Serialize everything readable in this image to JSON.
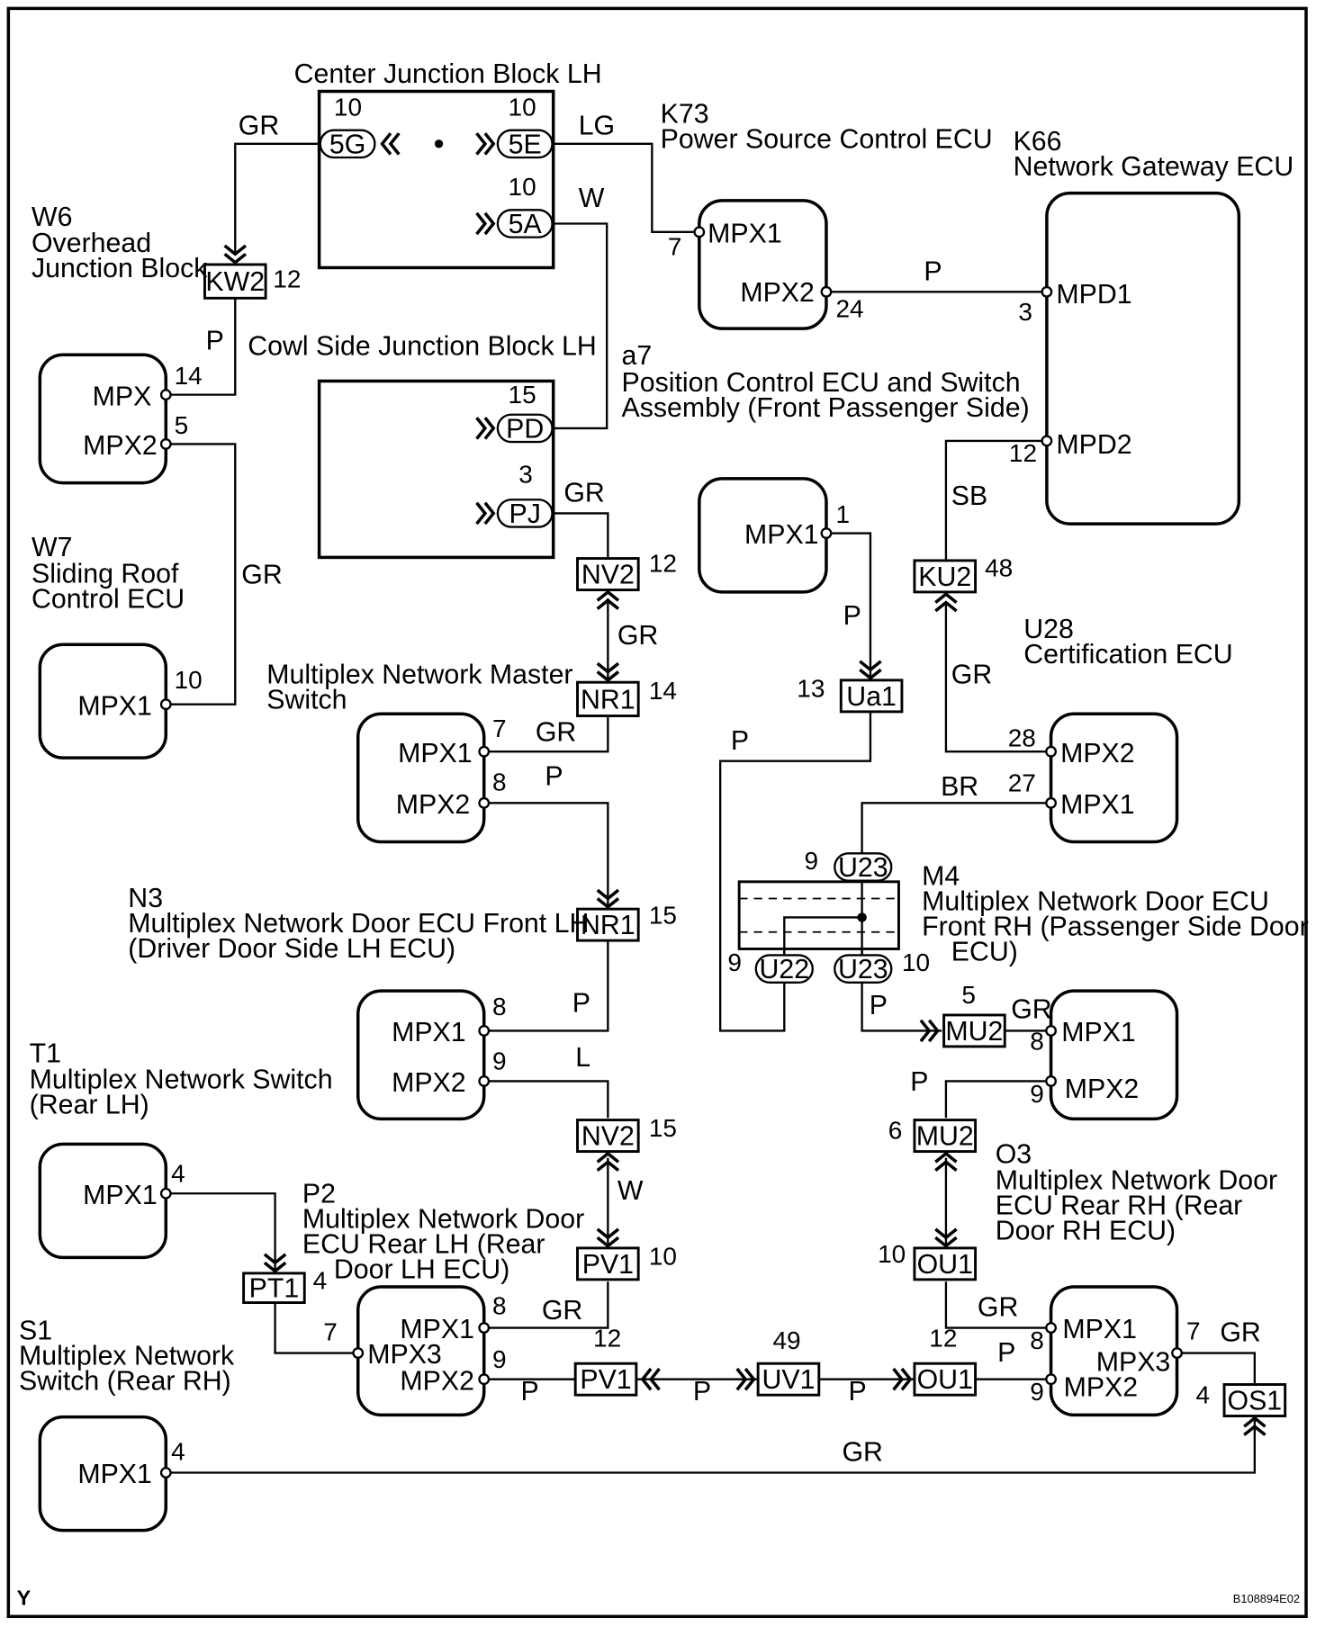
{
  "components": {
    "cjb": {
      "name": "Center Junction Block LH"
    },
    "w6": {
      "code": "W6",
      "name_lines": [
        "Overhead",
        "Junction Block"
      ]
    },
    "k73": {
      "code": "K73",
      "name": "Power Source Control ECU"
    },
    "k66": {
      "code": "K66",
      "name": "Network Gateway ECU"
    },
    "cowl": {
      "name": "Cowl Side Junction Block LH"
    },
    "a7": {
      "code": "a7",
      "name_lines": [
        "Position Control ECU and Switch",
        "Assembly (Front Passenger Side)"
      ]
    },
    "w7": {
      "code": "W7",
      "name_lines": [
        "Sliding Roof",
        "Control ECU"
      ]
    },
    "master": {
      "name_lines": [
        "Multiplex Network Master",
        "Switch"
      ]
    },
    "u28": {
      "code": "U28",
      "name": "Certification ECU"
    },
    "n3": {
      "code": "N3",
      "name_lines": [
        "Multiplex Network Door ECU Front LH",
        "(Driver Door Side LH ECU)"
      ]
    },
    "m4": {
      "code": "M4",
      "name_lines": [
        "Multiplex Network Door ECU",
        "Front RH (Passenger Side Door",
        "ECU)"
      ]
    },
    "t1": {
      "code": "T1",
      "name_lines": [
        "Multiplex Network Switch",
        "(Rear LH)"
      ]
    },
    "p2": {
      "code": "P2",
      "name_lines": [
        "Multiplex Network Door",
        "ECU Rear LH (Rear",
        "Door LH ECU)"
      ]
    },
    "o3": {
      "code": "O3",
      "name_lines": [
        "Multiplex Network Door",
        "ECU Rear RH (Rear",
        "Door RH ECU)"
      ]
    },
    "s1": {
      "code": "S1",
      "name_lines": [
        "Multiplex Network",
        "Switch (Rear RH)"
      ]
    }
  },
  "terminals": {
    "mpx": "MPX",
    "mpx1": "MPX1",
    "mpx2": "MPX2",
    "mpx3": "MPX3",
    "mpd1": "MPD1",
    "mpd2": "MPD2"
  },
  "connectors": {
    "g5": "5G",
    "e5": "5E",
    "a5": "5A",
    "pd": "PD",
    "pj": "PJ",
    "kw2": "KW2",
    "nv2": "NV2",
    "nr1": "NR1",
    "ua1": "Ua1",
    "ku2": "KU2",
    "u23": "U23",
    "u22": "U22",
    "mu2": "MU2",
    "pt1": "PT1",
    "pv1": "PV1",
    "uv1": "UV1",
    "ou1": "OU1",
    "os1": "OS1"
  },
  "wire_colors": {
    "gr": "GR",
    "lg": "LG",
    "w": "W",
    "p": "P",
    "sb": "SB",
    "br": "BR",
    "l": "L"
  },
  "pins": {
    "n1": "1",
    "n3": "3",
    "n4": "4",
    "n5": "5",
    "n6": "6",
    "n7": "7",
    "n8": "8",
    "n9": "9",
    "n10": "10",
    "n12": "12",
    "n13": "13",
    "n14": "14",
    "n15": "15",
    "n24": "24",
    "n27": "27",
    "n28": "28",
    "n48": "48",
    "n49": "49"
  },
  "footer": {
    "corner_mark": "Y",
    "figure_id": "B108894E02"
  }
}
